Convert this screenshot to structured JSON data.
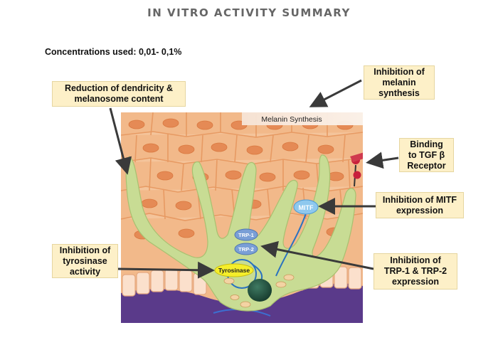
{
  "title": "IN VITRO ACTIVITY SUMMARY",
  "concentrations": "Concentrations used: 0,01- 0,1%",
  "diagram": {
    "banner": "Melanin Synthesis",
    "mitf": "MITF",
    "trp1": "TRP-1",
    "trp2": "TRP-2",
    "tyrosinase": "Tyrosinase"
  },
  "callouts": {
    "dendricity": "Reduction of dendricity &\nmelanosome content",
    "melanin": "Inhibition of\nmelanin\nsynthesis",
    "tgf": "Binding\nto TGF β\nReceptor",
    "mitf": "Inhibition of MITF\nexpression",
    "tyrosinase": "Inhibition of\ntyrosinase\nactivity",
    "trp": "Inhibition of\nTRP-1 & TRP-2\nexpression"
  },
  "colors": {
    "skin": "#f2b98a",
    "cell_border": "#e79a63",
    "nucleus": "#e58a55",
    "melanocyte": "#c8dc94",
    "basal": "#5a3a8a",
    "callout_bg": "#fdf0c8",
    "arrow": "#3a3a3a",
    "tyrosinase": "#f5ee2a",
    "mitf": "#8ec8ee"
  }
}
